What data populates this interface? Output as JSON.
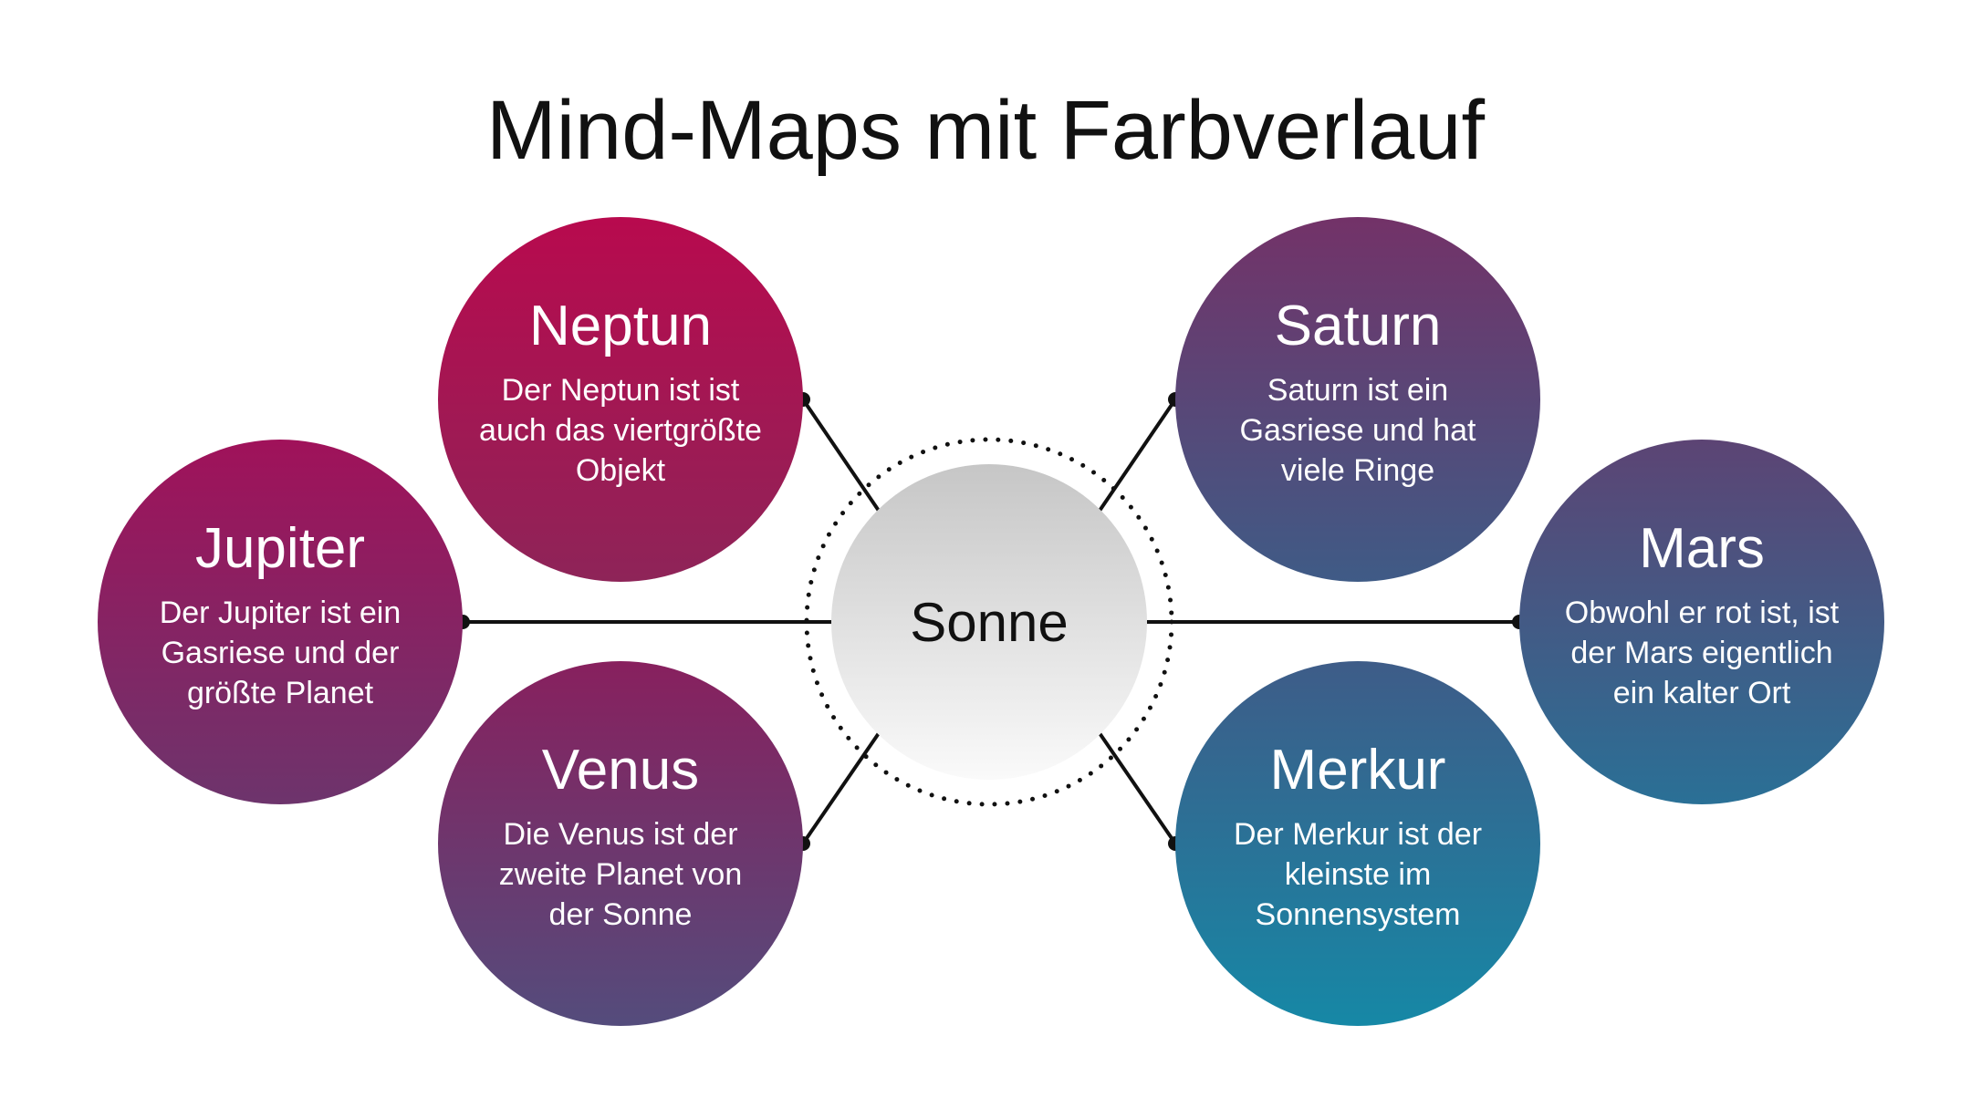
{
  "title": "Mind-Maps mit Farbverlauf",
  "center": {
    "label": "Sonne"
  },
  "nodes": [
    {
      "id": "neptun",
      "name": "Neptun",
      "desc": "Der Neptun ist ist auch das viertgrößte Objekt",
      "color_top": "#b80a4e",
      "color_bottom": "#8e2458"
    },
    {
      "id": "jupiter",
      "name": "Jupiter",
      "desc": "Der Jupiter ist ein Gasriese und der größte Planet",
      "color_top": "#a0125a",
      "color_bottom": "#6d346c"
    },
    {
      "id": "venus",
      "name": "Venus",
      "desc": "Die Venus ist der zweite Planet von der Sonne",
      "color_top": "#88205e",
      "color_bottom": "#544c7c"
    },
    {
      "id": "saturn",
      "name": "Saturn",
      "desc": "Saturn ist ein Gasriese und hat viele Ringe",
      "color_top": "#733268",
      "color_bottom": "#3f5b86"
    },
    {
      "id": "mars",
      "name": "Mars",
      "desc": "Obwohl er rot ist, ist der Mars eigentlich ein kalter Ort",
      "color_top": "#5c4474",
      "color_bottom": "#2a7096"
    },
    {
      "id": "merkur",
      "name": "Merkur",
      "desc": "Der Merkur ist der kleinste im Sonnensystem",
      "color_top": "#3e5c88",
      "color_bottom": "#1688a6"
    }
  ]
}
